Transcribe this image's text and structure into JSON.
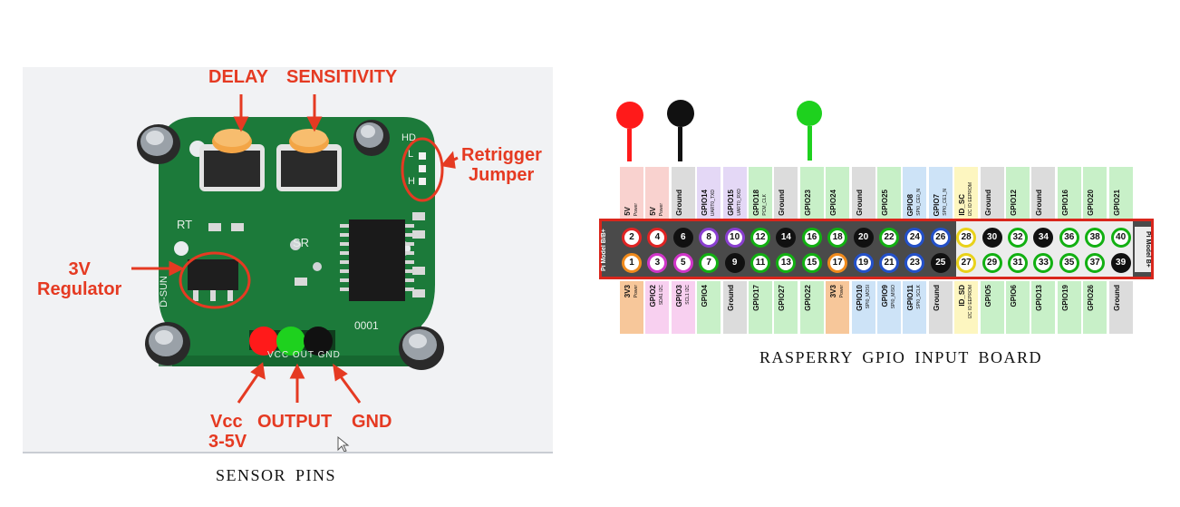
{
  "colors": {
    "red_label": "#e53a22",
    "board_green": "#1c7a3a",
    "header_border": "#d9261c",
    "header_bg": "#4a4a4a",
    "power_5v": "#f9d2cf",
    "power_3v3": "#f7c79a",
    "ground": "#dcdcdc",
    "gpio": "#c8f0c8",
    "uart": "#e4d8f6",
    "spi": "#cde3f7",
    "i2c": "#f8d0f0",
    "id": "#fdf6c0"
  },
  "sensor": {
    "caption": "SENSOR  PINS",
    "delay": "DELAY",
    "sensitivity": "SENSITIVITY",
    "retrigger_line1": "Retrigger",
    "retrigger_line2": "Jumper",
    "regulator_line1": "3V",
    "regulator_line2": "Regulator",
    "vcc_line1": "Vcc",
    "vcc_line2": "3-5V",
    "output": "OUTPUT",
    "gnd": "GND",
    "silk_vcc_out_gnd": "VCC OUT GND",
    "silk_rt": "RT",
    "silk_sr": "SR",
    "silk_chip": "0001",
    "silk_hl_h": "H",
    "silk_hl_l": "L",
    "silk_side": "D-SUN",
    "silk_top": "HD"
  },
  "gpio": {
    "caption": "RASPERRY  GPIO  INPUT  BOARD",
    "left_badge": "Pi Model B/B+",
    "right_badge": "Pi Model B+",
    "top_pins": [
      {
        "num": "2",
        "name": "5V",
        "sub": "Power",
        "type": "5v"
      },
      {
        "num": "4",
        "name": "5V",
        "sub": "Power",
        "type": "5v"
      },
      {
        "num": "6",
        "name": "Ground",
        "sub": "",
        "type": "gnd"
      },
      {
        "num": "8",
        "name": "GPIO14",
        "sub": "UART0_TXD",
        "type": "uart"
      },
      {
        "num": "10",
        "name": "GPIO15",
        "sub": "UART0_RXD",
        "type": "uart"
      },
      {
        "num": "12",
        "name": "GPIO18",
        "sub": "PCM_CLK",
        "type": "gpio"
      },
      {
        "num": "14",
        "name": "Ground",
        "sub": "",
        "type": "gnd"
      },
      {
        "num": "16",
        "name": "GPIO23",
        "sub": "",
        "type": "gpio"
      },
      {
        "num": "18",
        "name": "GPIO24",
        "sub": "",
        "type": "gpio"
      },
      {
        "num": "20",
        "name": "Ground",
        "sub": "",
        "type": "gnd"
      },
      {
        "num": "22",
        "name": "GPIO25",
        "sub": "",
        "type": "gpio"
      },
      {
        "num": "24",
        "name": "GPIO8",
        "sub": "SPI0_CE0_N",
        "type": "spi"
      },
      {
        "num": "26",
        "name": "GPIO7",
        "sub": "SPI0_CE1_N",
        "type": "spi"
      },
      {
        "num": "28",
        "name": "ID_SC",
        "sub": "I2C ID EEPROM",
        "type": "id"
      },
      {
        "num": "30",
        "name": "Ground",
        "sub": "",
        "type": "gnd"
      },
      {
        "num": "32",
        "name": "GPIO12",
        "sub": "",
        "type": "gpio"
      },
      {
        "num": "34",
        "name": "Ground",
        "sub": "",
        "type": "gnd"
      },
      {
        "num": "36",
        "name": "GPIO16",
        "sub": "",
        "type": "gpio"
      },
      {
        "num": "38",
        "name": "GPIO20",
        "sub": "",
        "type": "gpio"
      },
      {
        "num": "40",
        "name": "GPIO21",
        "sub": "",
        "type": "gpio"
      }
    ],
    "bottom_pins": [
      {
        "num": "1",
        "name": "3V3",
        "sub": "Power",
        "type": "3v3"
      },
      {
        "num": "3",
        "name": "GPIO2",
        "sub": "SDA1 I2C",
        "type": "i2c"
      },
      {
        "num": "5",
        "name": "GPIO3",
        "sub": "SCL1 I2C",
        "type": "i2c"
      },
      {
        "num": "7",
        "name": "GPIO4",
        "sub": "",
        "type": "gpio"
      },
      {
        "num": "9",
        "name": "Ground",
        "sub": "",
        "type": "gnd"
      },
      {
        "num": "11",
        "name": "GPIO17",
        "sub": "",
        "type": "gpio"
      },
      {
        "num": "13",
        "name": "GPIO27",
        "sub": "",
        "type": "gpio"
      },
      {
        "num": "15",
        "name": "GPIO22",
        "sub": "",
        "type": "gpio"
      },
      {
        "num": "17",
        "name": "3V3",
        "sub": "Power",
        "type": "3v3"
      },
      {
        "num": "19",
        "name": "GPIO10",
        "sub": "SPI0_MOSI",
        "type": "spi"
      },
      {
        "num": "21",
        "name": "GPIO9",
        "sub": "SPI0_MISO",
        "type": "spi"
      },
      {
        "num": "23",
        "name": "GPIO11",
        "sub": "SPI0_SCLK",
        "type": "spi"
      },
      {
        "num": "25",
        "name": "Ground",
        "sub": "",
        "type": "gnd"
      },
      {
        "num": "27",
        "name": "ID_SD",
        "sub": "I2C ID EEPROM",
        "type": "id"
      },
      {
        "num": "29",
        "name": "GPIO5",
        "sub": "",
        "type": "gpio"
      },
      {
        "num": "31",
        "name": "GPIO6",
        "sub": "",
        "type": "gpio"
      },
      {
        "num": "33",
        "name": "GPIO13",
        "sub": "",
        "type": "gpio"
      },
      {
        "num": "35",
        "name": "GPIO19",
        "sub": "",
        "type": "gpio"
      },
      {
        "num": "37",
        "name": "GPIO26",
        "sub": "",
        "type": "gpio"
      },
      {
        "num": "39",
        "name": "Ground",
        "sub": "",
        "type": "gnd"
      }
    ]
  }
}
